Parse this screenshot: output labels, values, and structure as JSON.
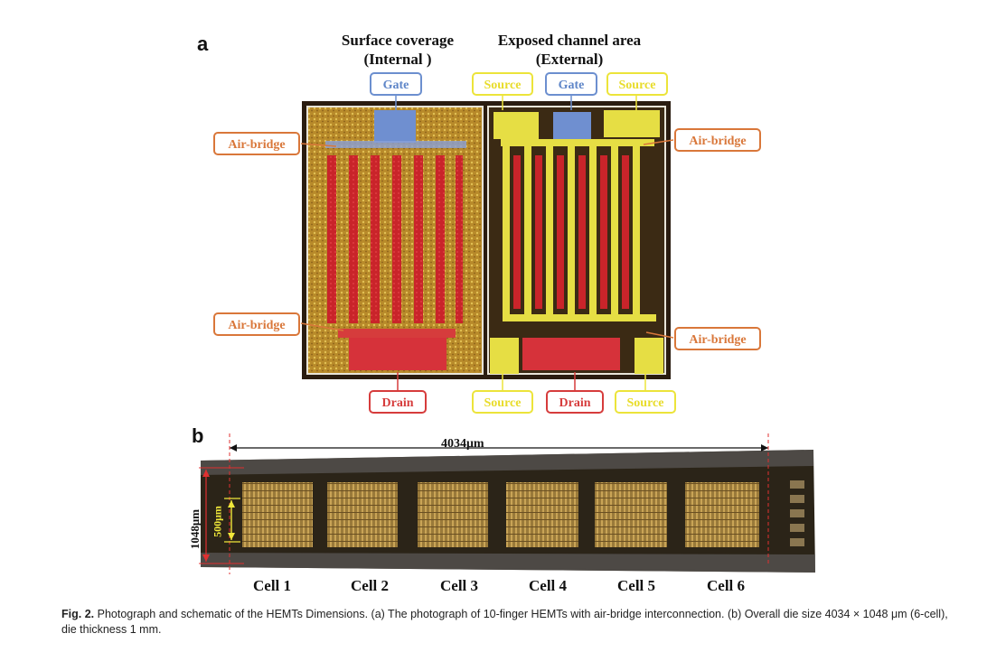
{
  "panel_a": {
    "letter": "a",
    "header_left_line1": "Surface coverage",
    "header_left_line2": "(Internal )",
    "header_right_line1": "Exposed channel area",
    "header_right_line2": "(External)",
    "labels": {
      "gate": "Gate",
      "source": "Source",
      "drain": "Drain",
      "air_bridge": "Air-bridge"
    }
  },
  "panel_b": {
    "letter": "b",
    "width_dimension": "4034μm",
    "height_dimension": "1048μm",
    "inner_dimension": "500μm",
    "cells": [
      "Cell 1",
      "Cell 2",
      "Cell 3",
      "Cell 4",
      "Cell 5",
      "Cell 6"
    ]
  },
  "caption": {
    "label": "Fig. 2.",
    "text": "Photograph and schematic of the HEMTs Dimensions. (a) The photograph of 10-finger HEMTs with air-bridge interconnection. (b) Overall die size 4034 × 1048 μm (6-cell), die thickness 1 mm."
  },
  "colors": {
    "gate": "#5f86c8",
    "source": "#e8dc2a",
    "drain": "#d63c3c",
    "air_bridge": "#d9773a"
  }
}
